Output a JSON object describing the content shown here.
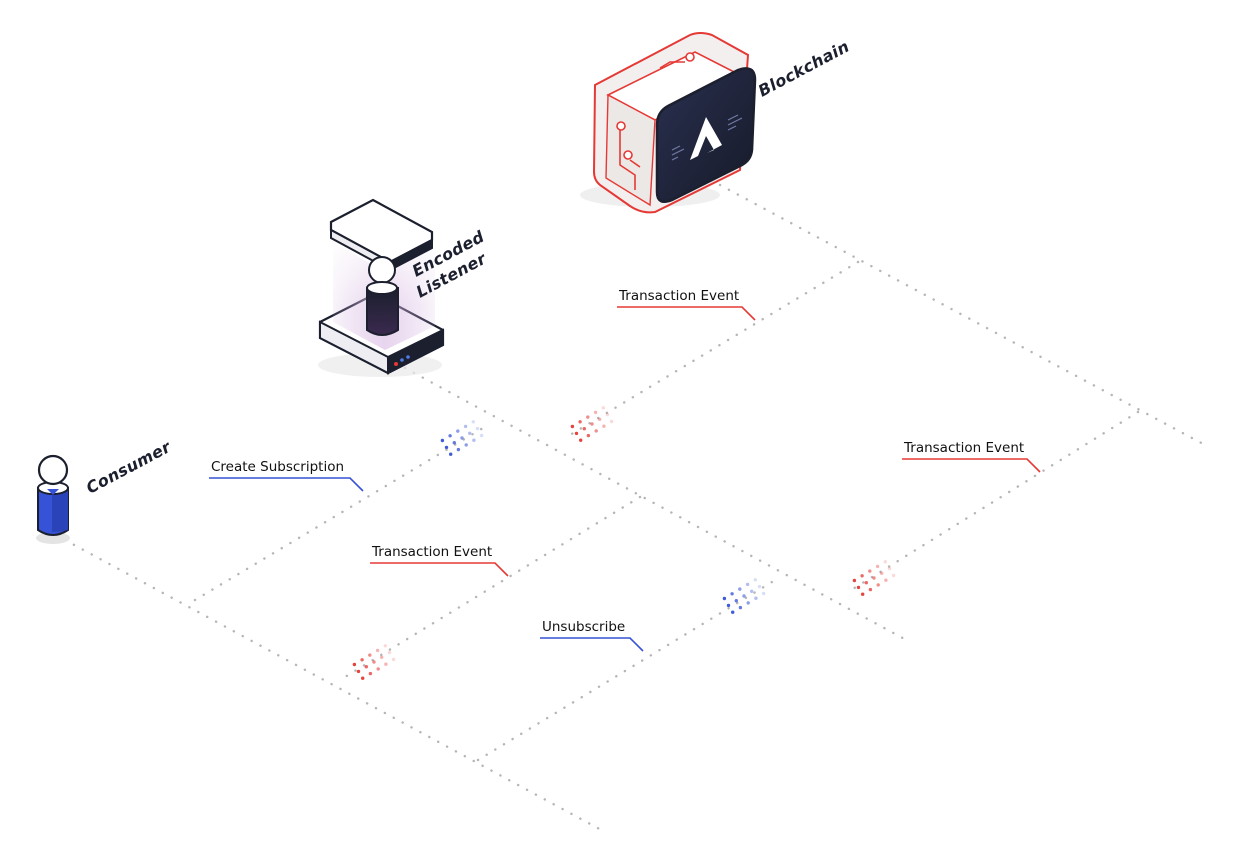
{
  "actors": {
    "blockchain": {
      "label": "Blockchain"
    },
    "listener": {
      "label_line1": "Encoded",
      "label_line2": "Listener"
    },
    "consumer": {
      "label": "Consumer"
    }
  },
  "messages": [
    {
      "label": "Transaction Event",
      "color": "#e53935"
    },
    {
      "label": "Transaction Event",
      "color": "#e53935"
    },
    {
      "label": "Create Subscription",
      "color": "#3652d6"
    },
    {
      "label": "Transaction Event",
      "color": "#e53935"
    },
    {
      "label": "Unsubscribe",
      "color": "#3652d6"
    }
  ],
  "colors": {
    "event_red": "#e53935",
    "subscribe_blue": "#3652d6",
    "dark_navy": "#1b1f2e",
    "grid_dots": "#b5b5b5"
  }
}
